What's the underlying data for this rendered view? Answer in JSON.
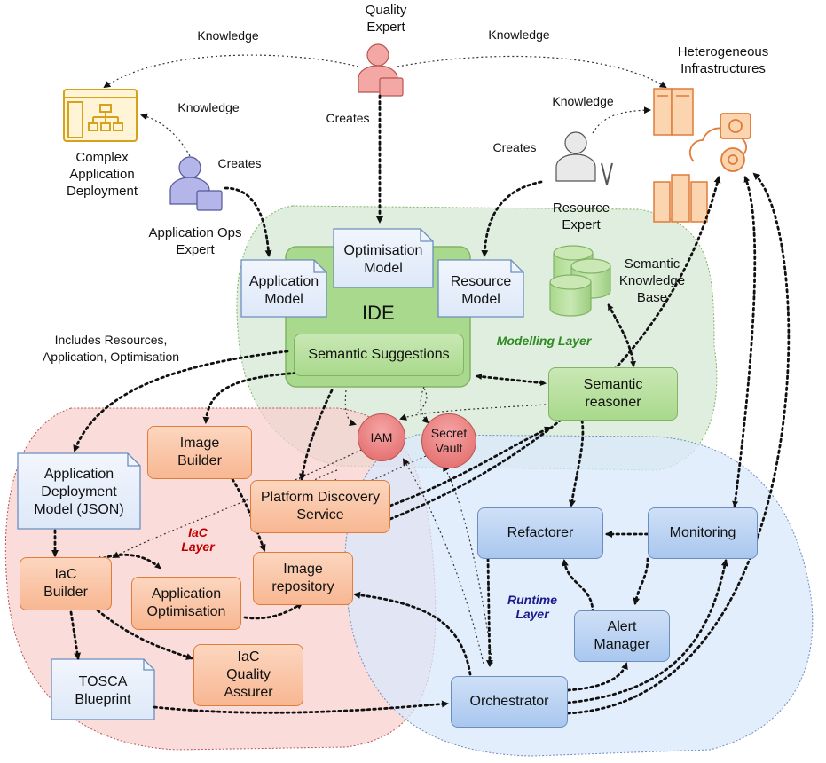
{
  "actors": {
    "quality_expert": "Quality\nExpert",
    "app_ops_expert": "Application Ops\nExpert",
    "resource_expert": "Resource\nExpert"
  },
  "resources": {
    "complex_deployment": "Complex\nApplication\nDeployment",
    "heterogeneous_infra": "Heterogeneous\nInfrastructures",
    "semantic_kb": "Semantic\nKnowledge\nBase"
  },
  "edge_labels": {
    "knowledge_left": "Knowledge",
    "knowledge_right": "Knowledge",
    "knowledge_app": "Knowledge",
    "knowledge_resource": "Knowledge",
    "creates_quality": "Creates",
    "creates_app": "Creates",
    "creates_resource": "Creates",
    "includes": "Includes Resources,\nApplication, Optimisation"
  },
  "models": {
    "optimisation": "Optimisation\nModel",
    "application": "Application\nModel",
    "resource": "Resource\nModel",
    "deployment": "Application\nDeployment\nModel (JSON)",
    "tosca": "TOSCA\nBlueprint"
  },
  "ide": {
    "title": "IDE",
    "suggestions": "Semantic Suggestions"
  },
  "layers": {
    "modelling": "Modelling Layer",
    "iac": "IaC\nLayer",
    "runtime": "Runtime\nLayer"
  },
  "components": {
    "semantic_reasoner": "Semantic\nreasoner",
    "iam": "IAM",
    "secret_vault": "Secret\nVault",
    "image_builder": "Image\nBuilder",
    "platform_discovery": "Platform Discovery\nService",
    "image_repository": "Image\nrepository",
    "iac_builder": "IaC\nBuilder",
    "app_optimisation": "Application\nOptimisation",
    "iac_quality": "IaC\nQuality\nAssurer",
    "refactorer": "Refactorer",
    "monitoring": "Monitoring",
    "alert_manager": "Alert\nManager",
    "orchestrator": "Orchestrator"
  },
  "colors": {
    "modelling_layer": "#d5e8d4",
    "iac_layer": "#f8cecc",
    "runtime_layer": "#dae8fc",
    "iac_title": "#c00000",
    "modelling_title": "#2e8b22",
    "runtime_title": "#1a1a8c",
    "infra_orange": "#f5a15b"
  }
}
